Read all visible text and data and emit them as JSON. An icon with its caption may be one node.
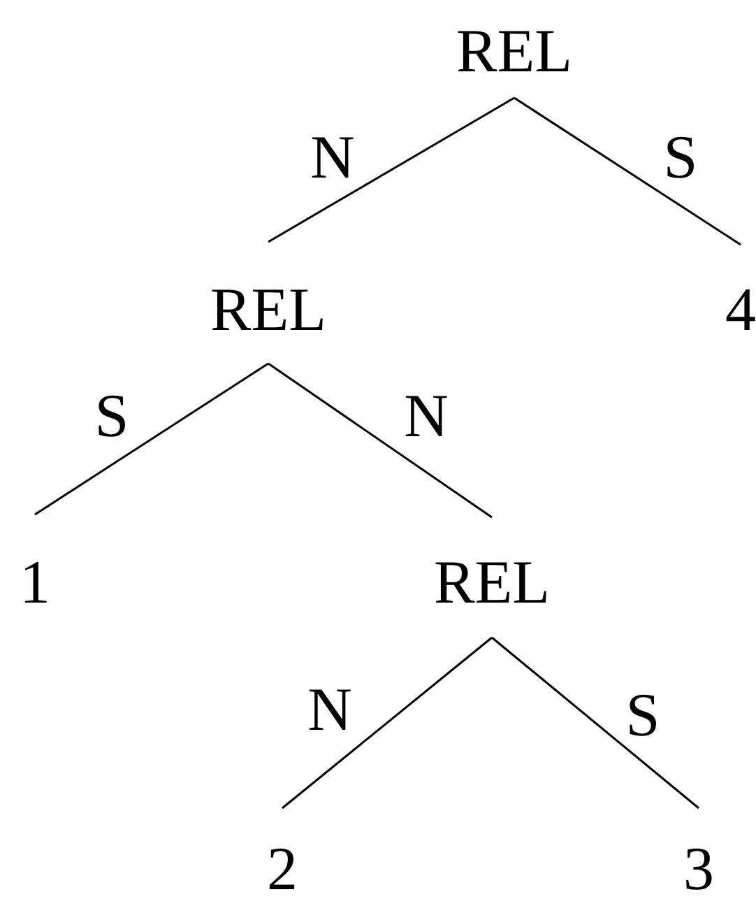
{
  "diagram": {
    "nodes": [
      {
        "text": [
          "REL"
        ]
      },
      {
        "text": [
          "REL"
        ]
      },
      {
        "text": [
          "4"
        ]
      },
      {
        "text": [
          "1"
        ]
      },
      {
        "text": [
          "REL"
        ]
      },
      {
        "text": [
          "2"
        ]
      },
      {
        "text": [
          "3"
        ]
      }
    ],
    "edges": [
      {
        "from": 0,
        "to": 1,
        "arrow": "none",
        "label": "N"
      },
      {
        "from": 0,
        "to": 2,
        "arrow": "none",
        "label": "S"
      },
      {
        "from": 1,
        "to": 3,
        "arrow": "none",
        "label": "S"
      },
      {
        "from": 1,
        "to": 4,
        "arrow": "none",
        "label": "N"
      },
      {
        "from": 4,
        "to": 5,
        "arrow": "none",
        "label": "N"
      },
      {
        "from": 4,
        "to": 6,
        "arrow": "none",
        "label": "S"
      }
    ]
  }
}
